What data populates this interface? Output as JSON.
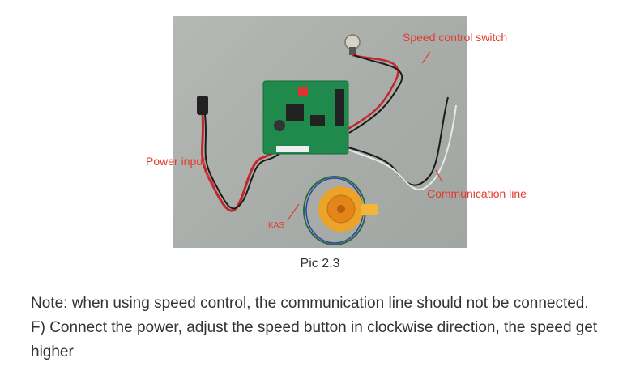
{
  "figure": {
    "labels": {
      "speed_control_switch": "Speed control switch",
      "power_input": "Power input",
      "communication_line": "Communication line",
      "kas": "KAS"
    },
    "caption": "Pic 2.3"
  },
  "note": {
    "line1": "Note: when using speed control, the communication line should not be connected.",
    "line2": "F) Connect the power, adjust the speed button in clockwise direction, the speed get higher"
  },
  "colors": {
    "callout": "#e23b2e",
    "board": "#1f8a4c",
    "pump": "#f3a21c"
  }
}
